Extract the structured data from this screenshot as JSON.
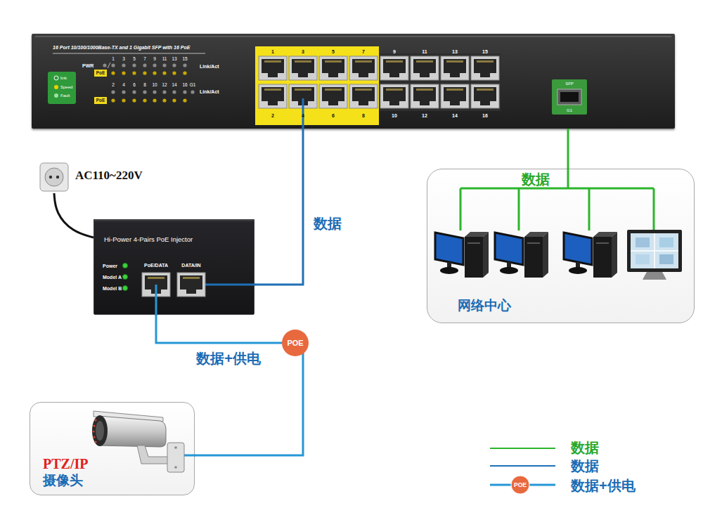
{
  "diagram": {
    "nodes": [
      {
        "text": [
          "16 Port 10/100/1000Base-TX and 1 Gigabit SFP with 16 PoE"
        ]
      },
      {
        "text": [
          "AC110~220V"
        ]
      },
      {
        "text": [
          "Hi-Power 4-Pairs PoE Injector"
        ]
      },
      {
        "text": [
          "网络中心"
        ]
      },
      {
        "text": [
          "PTZ/IP",
          "摄像头"
        ]
      }
    ],
    "edges": [
      {
        "from": 0,
        "to": 2,
        "arrow": "none",
        "label": "数据"
      },
      {
        "from": 1,
        "to": 2,
        "arrow": "none"
      },
      {
        "from": 2,
        "to": 4,
        "arrow": "none",
        "label": "数据+供电"
      },
      {
        "from": 0,
        "to": 3,
        "arrow": "none",
        "label": "数据"
      }
    ],
    "labels": [
      "PWR",
      "1",
      "3",
      "5",
      "7",
      "9",
      "11",
      "13",
      "15",
      "Link/Act",
      "PoE",
      "2",
      "4",
      "6",
      "8",
      "10",
      "12",
      "14",
      "16",
      "G1",
      "Link/Act",
      "PoE",
      "link",
      "Speed",
      "Fault",
      "1",
      "3",
      "5",
      "7",
      "9",
      "11",
      "13",
      "15",
      "2",
      "4",
      "6",
      "8",
      "10",
      "12",
      "14",
      "16",
      "SFP",
      "G1",
      "Power",
      "Model A",
      "Model B",
      "PoE/DATA",
      "DATA/IN",
      "POE",
      "POE"
    ],
    "legend": [
      {
        "text": "数据"
      },
      {
        "text": "数据"
      },
      {
        "text": "数据+供电"
      }
    ]
  }
}
